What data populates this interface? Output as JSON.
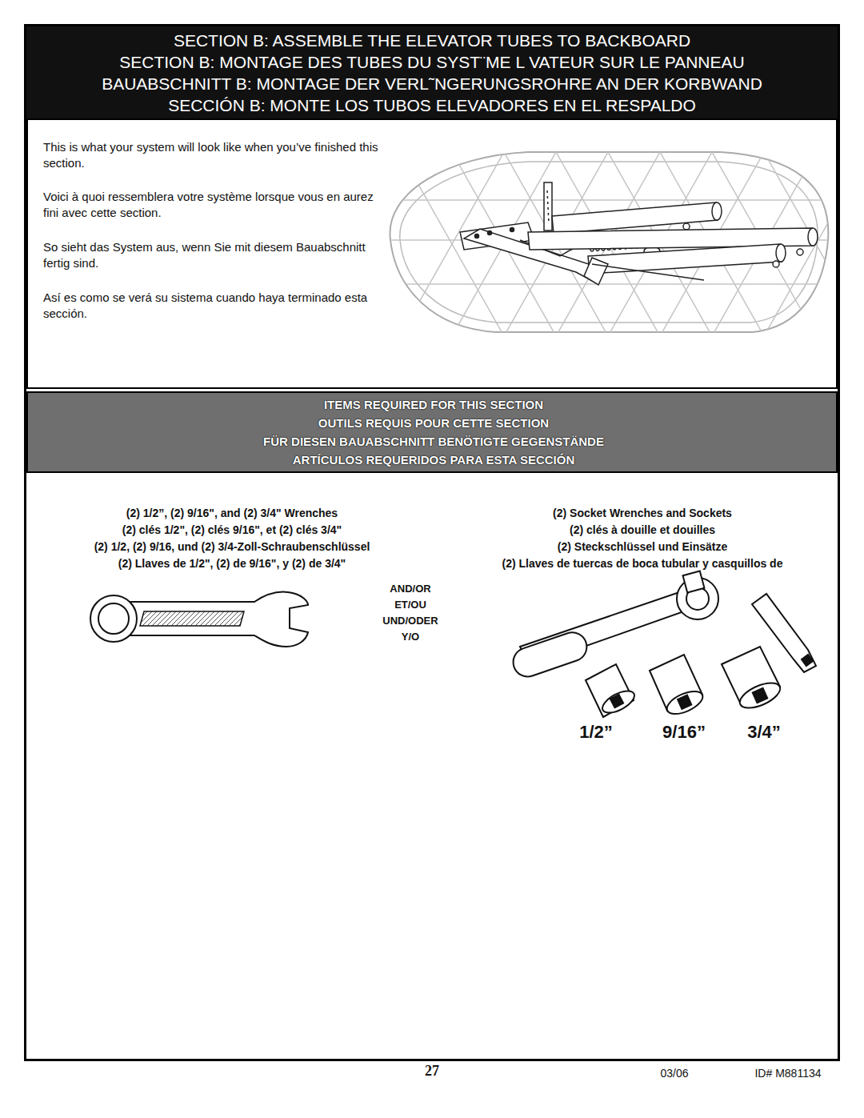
{
  "diagram": {
    "nodes": [
      {
        "text": [
          "SECTION B: ASSEMBLE THE ELEVATOR TUBES TO BACKBOARD",
          "SECTION B: MONTAGE DES TUBES DU SYST¨ME L VATEUR SUR LE PANNEAU",
          "BAUABSCHNITT B: MONTAGE DER VERL˜NGERUNGSROHRE AN DER KORBWAND",
          "SECCIÓN B: MONTE LOS TUBOS ELEVADORES EN EL RESPALDO"
        ]
      },
      {
        "text": [
          "This is what your system will look like when you’ve finished this section.",
          "Voici à quoi ressemblera votre système lorsque vous en aurez fini avec cette section.",
          "So sieht das System aus, wenn Sie mit diesem Bauabschnitt fertig sind.",
          "Así es como se verá su sistema cuando haya terminado esta sección."
        ]
      },
      {
        "text": [
          "ITEMS REQUIRED FOR THIS SECTION",
          "OUTILS REQUIS POUR CETTE SECTION",
          "FÜR DIESEN BAUABSCHNITT BENÖTIGTE GEGENSTÄNDE",
          "ARTÍCULOS REQUERIDOS PARA ESTA SECCIÓN"
        ]
      },
      {
        "text": [
          "(2) 1/2”, (2) 9/16\", and (2) 3/4\" Wrenches",
          "(2) clés 1/2\", (2) clés 9/16\", et (2) clés 3/4\"",
          "(2) 1/2, (2) 9/16, und (2) 3/4-Zoll-Schraubenschlüssel",
          "(2) Llaves de 1/2\", (2) de 9/16\", y (2) de 3/4\"",
          "AND/OR",
          "ET/OU",
          "UND/ODER",
          "Y/O",
          "(2) Socket Wrenches and Sockets",
          "(2) clés à douille et douilles",
          "(2) Steckschlüssel und Einsätze",
          "(2) Llaves de tuercas de boca tubular y casquillos de"
        ]
      }
    ],
    "labels": [
      "1/2”",
      "9/16”",
      "3/4”",
      "27",
      "03/06",
      "ID# M881134"
    ]
  }
}
